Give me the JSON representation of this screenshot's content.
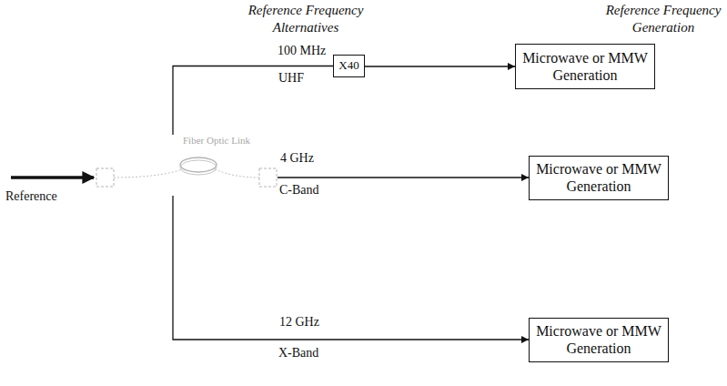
{
  "diagram": {
    "nodes": [
      {
        "text": [
          "Fiber Optic Link"
        ]
      },
      {
        "text": [
          "X40"
        ]
      },
      {
        "text": [
          "Microwave or MMW Generation"
        ]
      },
      {
        "text": [
          "Microwave or MMW Generation"
        ]
      },
      {
        "text": [
          "Microwave or MMW Generation"
        ]
      }
    ],
    "edges": [
      {
        "from": 0,
        "to": 1,
        "arrow": "none"
      },
      {
        "from": 1,
        "to": 2,
        "arrow": "to"
      },
      {
        "from": 0,
        "to": 3,
        "arrow": "to"
      },
      {
        "from": 0,
        "to": 4,
        "arrow": "to"
      }
    ],
    "labels": [
      "Reference Frequency Alternatives",
      "Reference Frequency Generation",
      "Reference",
      "100 MHz",
      "UHF",
      "4 GHz",
      "C-Band",
      "12 GHz",
      "X-Band"
    ]
  }
}
